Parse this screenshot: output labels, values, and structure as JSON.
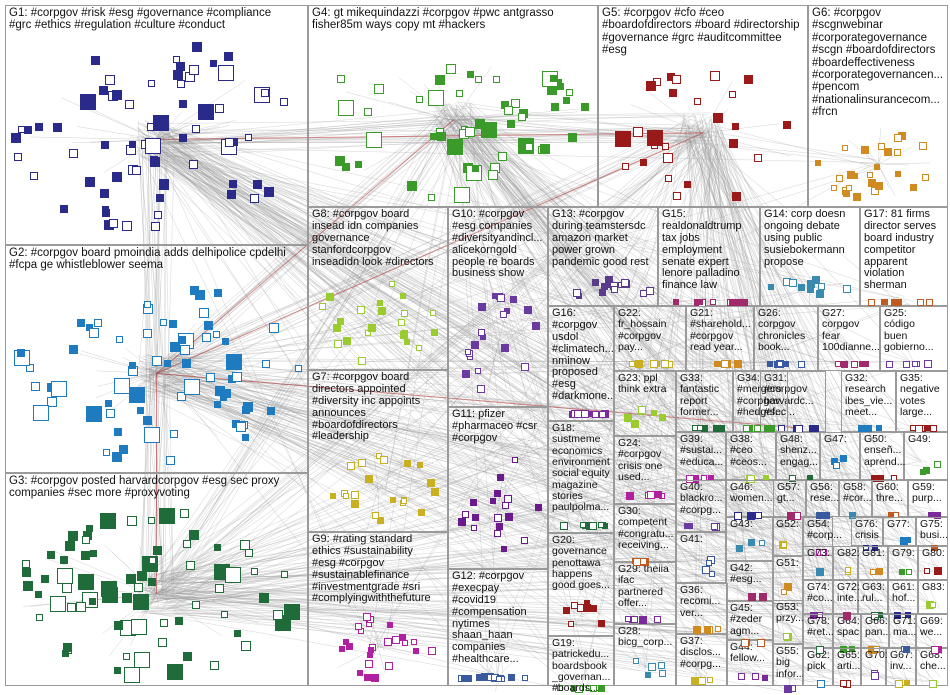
{
  "colors": {
    "G1": "#2a2a8a",
    "G2": "#1f7bbf",
    "G3": "#1f6b3a",
    "G4": "#3a9a2a",
    "G5": "#9a1a1a",
    "G6": "#d08a20",
    "G7": "#c9b020",
    "G8": "#9acc30",
    "G9": "#b020a0",
    "G10": "#6a3aa0",
    "G11": "#6a1a8a",
    "G12": "#3a5aa0",
    "G13": "#5a3a8a",
    "G14": "#3a8ab0",
    "G15": "#a02a6a",
    "G16": "#7a2a9a",
    "G17": "#c05a20",
    "edge": "#9a9a9a",
    "edge_strong": "#b02a2a",
    "border": "#9a9a9a"
  },
  "groups": [
    {
      "id": "G1",
      "label": "G1: #corpgov #risk #esg #governance #compliance\n#grc #ethics #regulation #culture #conduct"
    },
    {
      "id": "G2",
      "label": "G2: #corpgov board pmoindia adds delhipolice cpdelhi\n#fcpa ge whistleblower seema"
    },
    {
      "id": "G3",
      "label": "G3: #corpgov posted harvardcorpgov #esg sec proxy\ncompanies #sec more #proxyvoting"
    },
    {
      "id": "G4",
      "label": "G4: gt mikequindazzi #corpgov #pwc antgrasso\nfisher85m ways copy mt #hackers"
    },
    {
      "id": "G5",
      "label": "G5: #corpgov #cfo #ceo\n#boardofdirectors #board #directorship\n#governance #grc #auditcommittee\n#esg"
    },
    {
      "id": "G6",
      "label": "G6: #corpgov\n#scgnwebinar\n#corporategovernance\n#scgn #boardofdirectors\n#boardeffectiveness\n#corporategovernancen...\n#pencom\n#nationalinsurancecom...\n#frcn"
    },
    {
      "id": "G7",
      "label": "G7: #corpgov board\ndirectors appointed\n#diversity inc appoints\nannounces\n#boardofdirectors\n#leadership"
    },
    {
      "id": "G8",
      "label": "G8: #corpgov board\ninsead idn companies\ngovernance\nstanfordcorpgov\ninseadidn look #directors"
    },
    {
      "id": "G9",
      "label": "G9: #rating standard\nethics #sustainability\n#esg #corpgov\n#sustainablefinance\n#investmentgrade #sri\n#complyingwiththefuture"
    },
    {
      "id": "G10",
      "label": "G10: #corpgov\n#esg companies\n#diversityandincl...\nalicekorngold\npeople re boards\nbusiness show"
    },
    {
      "id": "G11",
      "label": "G11: pfizer\n#pharmaceo #csr\n#corpgov"
    },
    {
      "id": "G12",
      "label": "G12: #corpgov\n#execpay\n#covid19\n#compensation\nnytimes\nshaan_haan\ncompanies\n#healthcare..."
    },
    {
      "id": "G13",
      "label": "G13: #corpgov\nduring teamstersdc\namazon market\npower grown\npandemic good rest"
    },
    {
      "id": "G14",
      "label": "G14: corp doesn\nongoing debate\nusing public\nsusiebokermann\npropose"
    },
    {
      "id": "G15",
      "label": "G15:\nrealdonaldtrump\ntax jobs\nemployment\nsenate expert\nlenore palladino\nfinance law"
    },
    {
      "id": "G16",
      "label": "G16:\n#corpgov\nusdol\n#climatech...\nnminow\nproposed\n#esg\n#darkmone..."
    },
    {
      "id": "G17",
      "label": "G17: 81 firms\ndirector serves\nboard industry\ncompetitor\napparent\nviolation\nsherman"
    },
    {
      "id": "G18",
      "label": "G18:\nsustmeme\neconomics\nenvironment\nsocial equity\nmagazine\nstories\npaulpolma..."
    },
    {
      "id": "G19",
      "label": "G19:\npatrickedu...\nboardsbook\n_governan...\n#boards..."
    },
    {
      "id": "G20",
      "label": "G20:\ngovernance\npenottawa\nhappens\ngood goes..."
    },
    {
      "id": "G21",
      "label": "G21:\n#sharehold...\n#corpgov\nread year..."
    },
    {
      "id": "G22",
      "label": "G22:\nfr_hossain\n#corpgov\npay..."
    },
    {
      "id": "G23",
      "label": "G23: ppl\nthink extra"
    },
    {
      "id": "G24",
      "label": "G24:\n#corpgov\ncrisis one\nused..."
    },
    {
      "id": "G25",
      "label": "G25:\ncódigo\nbuen\ngobierno..."
    },
    {
      "id": "G26",
      "label": "G26:\ncorpgov\nchronicles\nbook..."
    },
    {
      "id": "G27",
      "label": "G27:\ncorpgov\nfear\n100dianne..."
    },
    {
      "id": "G28",
      "label": "G28:\nbicg_corp..."
    },
    {
      "id": "G29",
      "label": "G29: theiia\nifac\npartnered\noffer..."
    },
    {
      "id": "G30",
      "label": "G30:\ncompetent\n#congratu...\nreceiving..."
    },
    {
      "id": "G31",
      "label": "G31:\n#corpgov\nharvardc...\n#sec..."
    },
    {
      "id": "G32",
      "label": "G32:\nresearch\nibes_vie...\nmeet..."
    },
    {
      "id": "G33",
      "label": "G33:\nfantastic\nreport\nformer..."
    },
    {
      "id": "G34",
      "label": "G34:\n#mergers\n#corpgov\n#hedgef..."
    },
    {
      "id": "G35",
      "label": "G35:\nnegative\nvotes\nlarge..."
    },
    {
      "id": "G36",
      "label": "G36:\nrecomi...\nver..."
    },
    {
      "id": "G37",
      "label": "G37:\ndisclos...\n#corpg..."
    },
    {
      "id": "G38",
      "label": "G38:\n#ceo\n#ceos..."
    },
    {
      "id": "G39",
      "label": "G39:\n#sustai...\n#educa..."
    },
    {
      "id": "G40",
      "label": "G40:\nblackro...\n#corpg..."
    },
    {
      "id": "G41",
      "label": "G41:"
    },
    {
      "id": "G42",
      "label": "G42:\n#esg..."
    },
    {
      "id": "G43",
      "label": "G43:"
    },
    {
      "id": "G44",
      "label": "G44:\nfellow..."
    },
    {
      "id": "G45",
      "label": "G45:\n#zeder\nagm..."
    },
    {
      "id": "G46",
      "label": "G46:\nwomen..."
    },
    {
      "id": "G47",
      "label": "G47:"
    },
    {
      "id": "G48",
      "label": "G48:\nshenz...\nengag..."
    },
    {
      "id": "G49",
      "label": "G49:"
    },
    {
      "id": "G50",
      "label": "G50:\nenseñ...\naprend..."
    },
    {
      "id": "G51",
      "label": "G51:"
    },
    {
      "id": "G52",
      "label": "G52:"
    },
    {
      "id": "G53",
      "label": "G53:\nprzy..."
    },
    {
      "id": "G54",
      "label": "G54:\n#corp..."
    },
    {
      "id": "G55",
      "label": "G55:\nbig\ninfor..."
    },
    {
      "id": "G56",
      "label": "G56:\nrese..."
    },
    {
      "id": "G57",
      "label": "G57:\ngt..."
    },
    {
      "id": "G58",
      "label": "G58:\n#cor..."
    },
    {
      "id": "G59",
      "label": "G59:\npurp..."
    },
    {
      "id": "G60",
      "label": "G60:\nthre..."
    },
    {
      "id": "G61",
      "label": "G61:\nhof..."
    },
    {
      "id": "G62",
      "label": "G62:\npick"
    },
    {
      "id": "G63",
      "label": "G63:\nrul..."
    },
    {
      "id": "G64",
      "label": "G64:\nspac"
    },
    {
      "id": "G65",
      "label": "G65:\narti..."
    },
    {
      "id": "G66",
      "label": "G66:\npan..."
    },
    {
      "id": "G67",
      "label": "G67:\ninv..."
    },
    {
      "id": "G68",
      "label": "G68:\nche..."
    },
    {
      "id": "G69",
      "label": "G69:\nwe..."
    },
    {
      "id": "G70",
      "label": "G70:"
    },
    {
      "id": "G71",
      "label": "G71:\nma..."
    },
    {
      "id": "G72",
      "label": "G72:\ninte..."
    },
    {
      "id": "G73",
      "label": "G73:"
    },
    {
      "id": "G74",
      "label": "G74:\n#co..."
    },
    {
      "id": "G75",
      "label": "G75:\nbusi..."
    },
    {
      "id": "G76",
      "label": "G76:\ncrisis"
    },
    {
      "id": "G77",
      "label": "G77:"
    },
    {
      "id": "G78",
      "label": "G78:\n#ret..."
    },
    {
      "id": "G79",
      "label": "G79:"
    },
    {
      "id": "G80",
      "label": "G80:"
    },
    {
      "id": "G81",
      "label": "G81:"
    },
    {
      "id": "G82",
      "label": "G82:"
    },
    {
      "id": "G83",
      "label": "G83:"
    }
  ]
}
